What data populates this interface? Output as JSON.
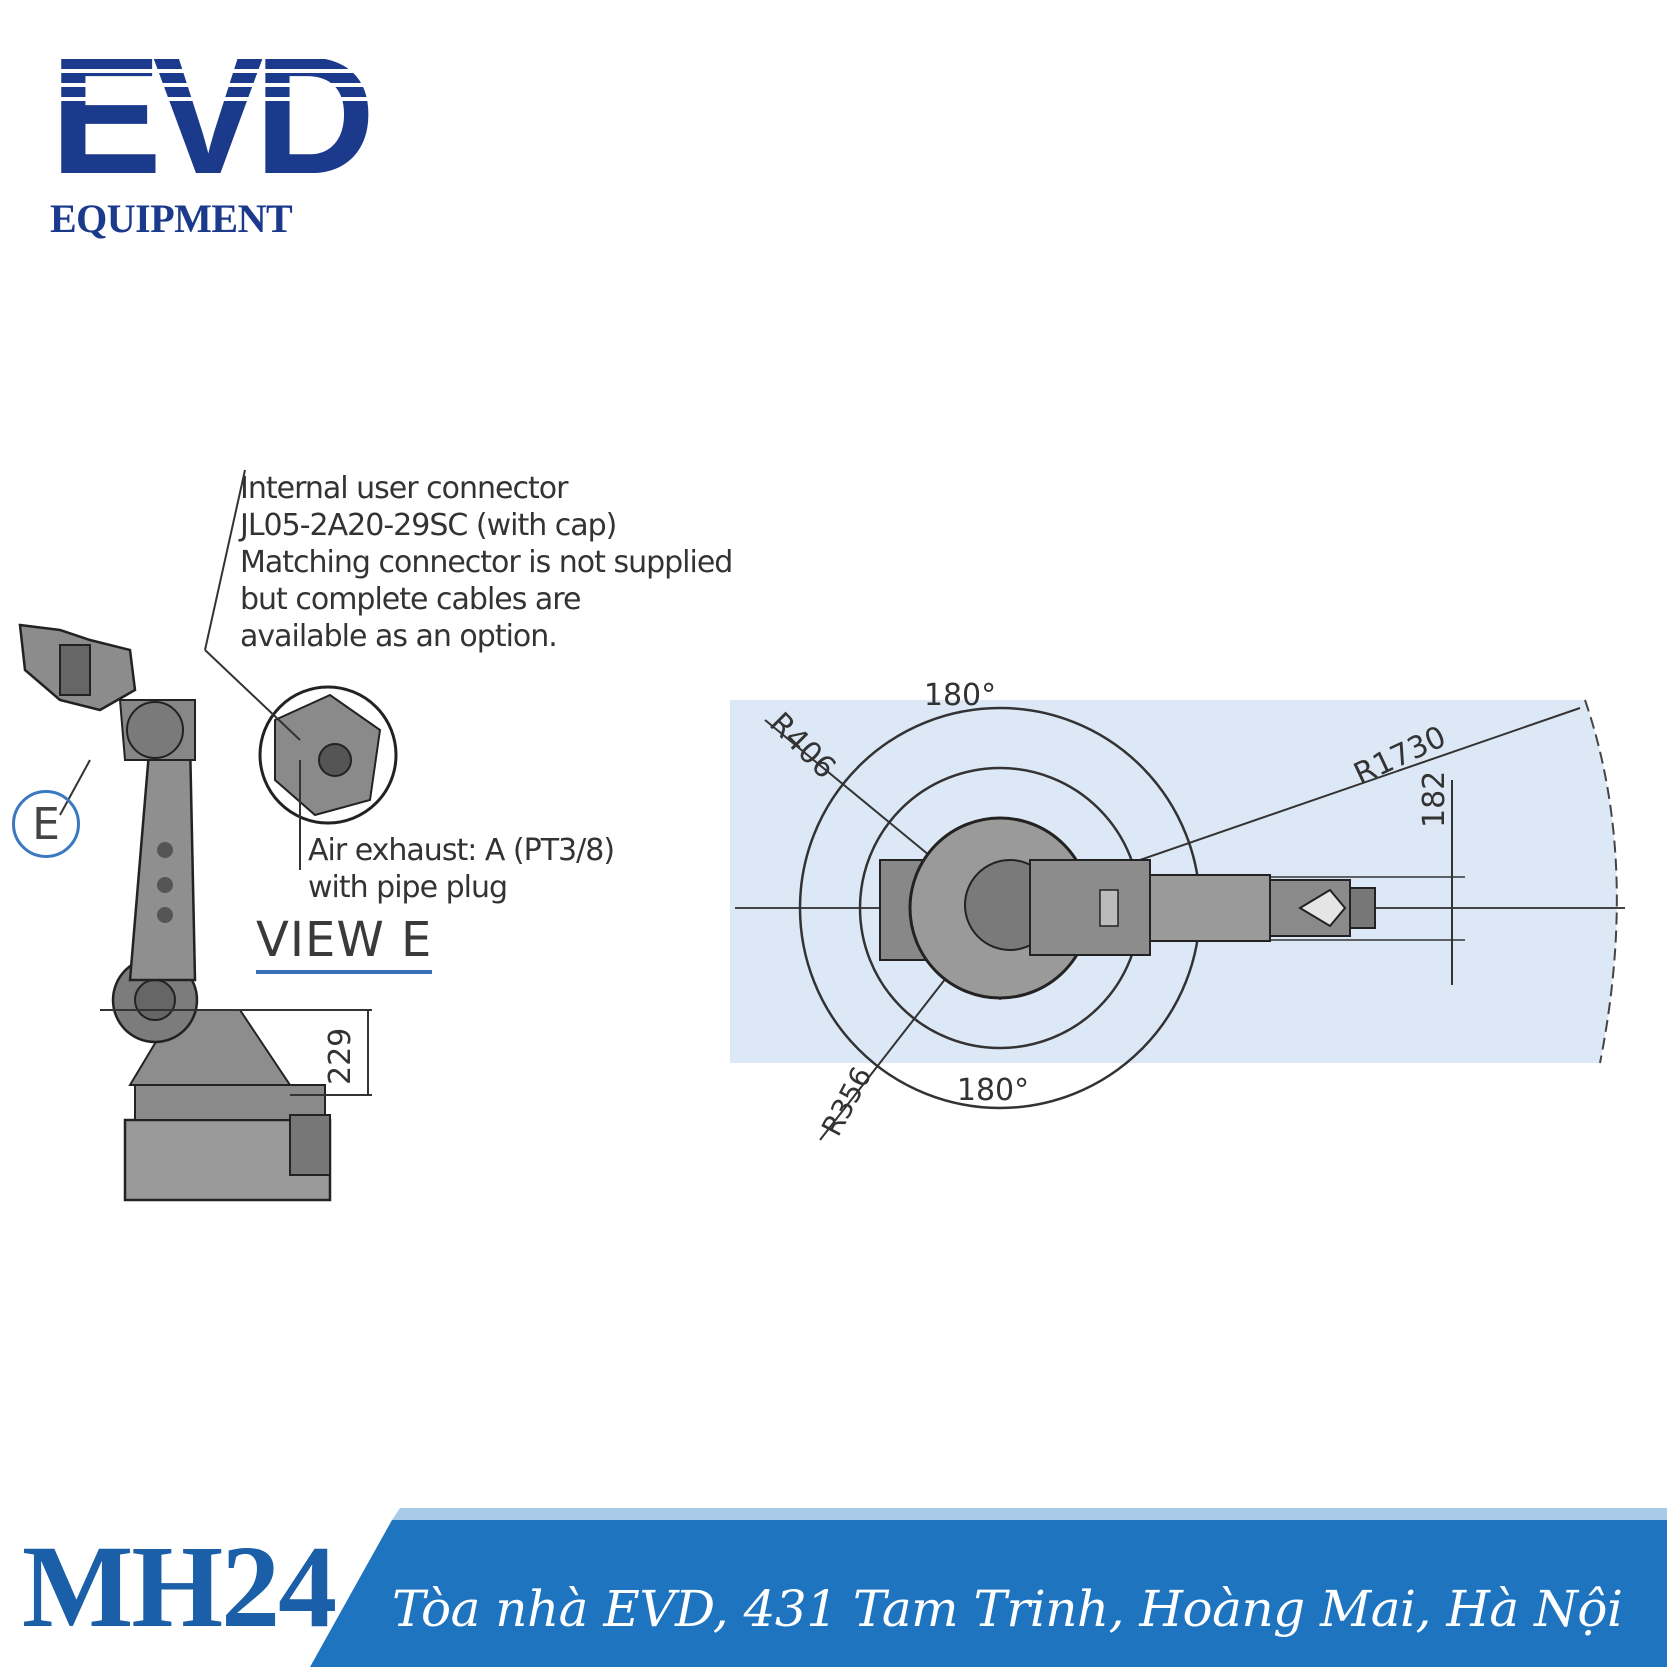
{
  "brand": {
    "logo_mark": "EVD",
    "logo_subtitle": "EQUIPMENT",
    "colors": {
      "navy": "#1b3a8c",
      "accent": "#1a72bf",
      "banner": "#1e74bf"
    }
  },
  "notes": {
    "connector": [
      "Internal user connector",
      "JL05-2A20-29SC (with cap)",
      "Matching connector is not supplied",
      "but complete cables are",
      "available as an option."
    ],
    "exhaust": [
      "Air exhaust: A (PT3/8)",
      "with pipe plug"
    ],
    "view_label": "VIEW E",
    "callout": "E"
  },
  "dimensions": {
    "side_height": "229",
    "angle_top": "180°",
    "angle_bottom": "180°",
    "radius_406": "R406",
    "radius_1730": "R1730",
    "radius_356": "R356",
    "offset_182": "182"
  },
  "footer": {
    "model": "MH24",
    "address": "Tòa nhà EVD, 431 Tam Trinh, Hoàng Mai, Hà Nội"
  }
}
